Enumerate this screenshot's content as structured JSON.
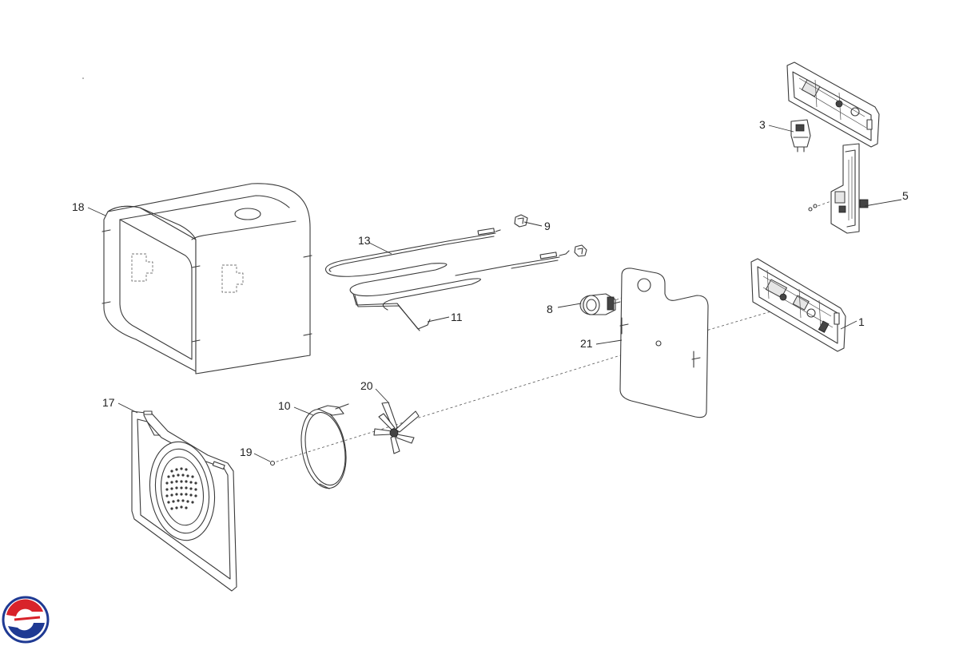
{
  "callouts": {
    "c1": "1",
    "c3": "3",
    "c5": "5",
    "c8": "8",
    "c9": "9",
    "c10": "10",
    "c11": "11",
    "c13": "13",
    "c17": "17",
    "c18": "18",
    "c19": "19",
    "c20": "20",
    "c21": "21"
  },
  "logo": {
    "icon": "brand-logo-icon",
    "colors": {
      "red": "#d8232a",
      "blue": "#1f3a93"
    }
  }
}
